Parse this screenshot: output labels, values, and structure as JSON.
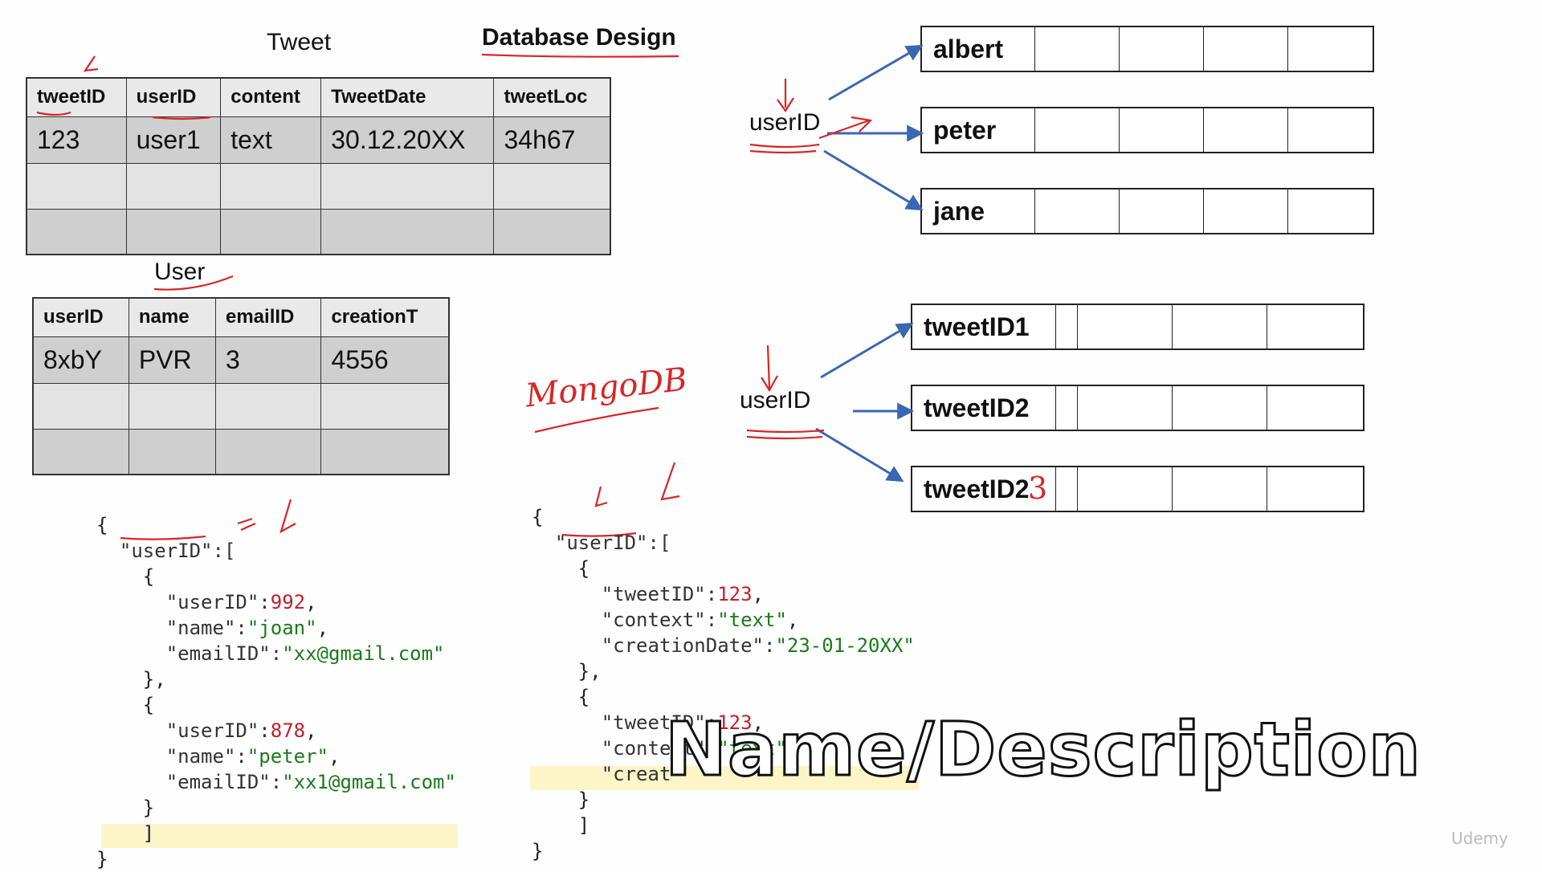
{
  "titles": {
    "tweet": "Tweet",
    "design": "Database Design",
    "user": "User"
  },
  "tweet_table": {
    "headers": [
      "tweetID",
      "userID",
      "content",
      "TweetDate",
      "tweetLoc"
    ],
    "rows": [
      [
        "123",
        "user1",
        "text",
        "30.12.20XX",
        "34h67"
      ],
      [
        "",
        "",
        "",
        "",
        ""
      ],
      [
        "",
        "",
        "",
        "",
        ""
      ]
    ]
  },
  "user_table": {
    "headers": [
      "userID",
      "name",
      "emailID",
      "creationT"
    ],
    "rows": [
      [
        "8xbY",
        "PVR",
        "3",
        "4556"
      ],
      [
        "",
        "",
        "",
        ""
      ],
      [
        "",
        "",
        "",
        ""
      ]
    ]
  },
  "diagram_top": {
    "key": "userID",
    "rows": [
      "albert",
      "peter",
      "jane"
    ]
  },
  "diagram_bottom": {
    "key": "userID",
    "rows": [
      "tweetID1",
      "tweetID2",
      "tweetID2"
    ],
    "annotation": "3",
    "handwritten": "MongoDB"
  },
  "colors": {
    "arrow": "#3b66b3",
    "ink": "#d82525",
    "highlight": "#fbf5c8"
  },
  "code_left": {
    "open": "{",
    "key": "\"userID\":[",
    "objects": [
      {
        "open": "{",
        "l1k": "\"userID\":",
        "l1v": "992",
        "l2k": "\"name\":",
        "l2v": "\"joan\"",
        "l3k": "\"emailID\":",
        "l3v": "\"xx@gmail.com\"",
        "close": "},"
      },
      {
        "open": "{",
        "l1k": "\"userID\":",
        "l1v": "878",
        "l2k": "\"name\":",
        "l2v": "\"peter\"",
        "l3k": "\"emailID\":",
        "l3v": "\"xx1@gmail.com\"",
        "close": "}"
      }
    ],
    "arr_close": "]",
    "close": "}"
  },
  "code_right": {
    "open": "{",
    "key": "\"userID\":[",
    "objects": [
      {
        "open": "{",
        "l1k": "\"tweetID\":",
        "l1v": "123",
        "l2k": "\"context\":",
        "l2v": "\"text\"",
        "l3k": "\"creationDate\":",
        "l3v": "\"23-01-20XX\"",
        "close": "},"
      },
      {
        "open": "{",
        "l1k": "\"tweetID\":",
        "l1v": "123",
        "l2k": "\"context\":",
        "l2v": "\"text\"",
        "l3k": "\"creat",
        "l3v": "",
        "close": "}"
      }
    ],
    "arr_close": "]",
    "close": "}"
  },
  "overlay_text": "Name/Description",
  "watermark": "Udemy"
}
